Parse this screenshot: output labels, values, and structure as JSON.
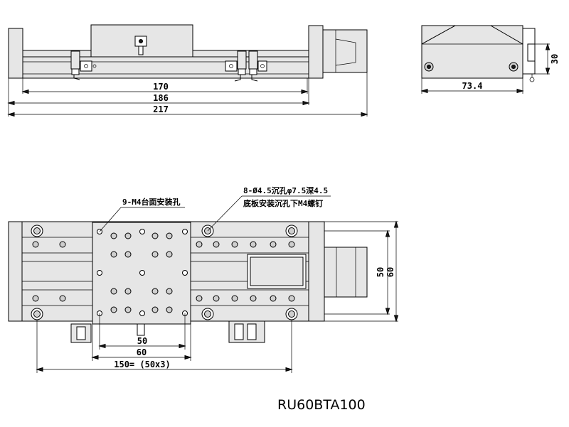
{
  "drawing": {
    "model": "RU60BTA100"
  },
  "dimensions": {
    "d170": "170",
    "d186": "186",
    "d217": "217",
    "d73_4": "73.4",
    "d30": "30",
    "d50_bottom": "50",
    "d60_bottom": "60",
    "d150": "150= (50x3)",
    "d50_right": "50",
    "d60_right": "60"
  },
  "annotations": {
    "table_holes": "9-M4台面安装孔",
    "base_holes_line1": "8-Ø4.5沉孔φ7.5深4.5",
    "base_holes_line2": "底板安装沉孔下M4螺钉"
  }
}
